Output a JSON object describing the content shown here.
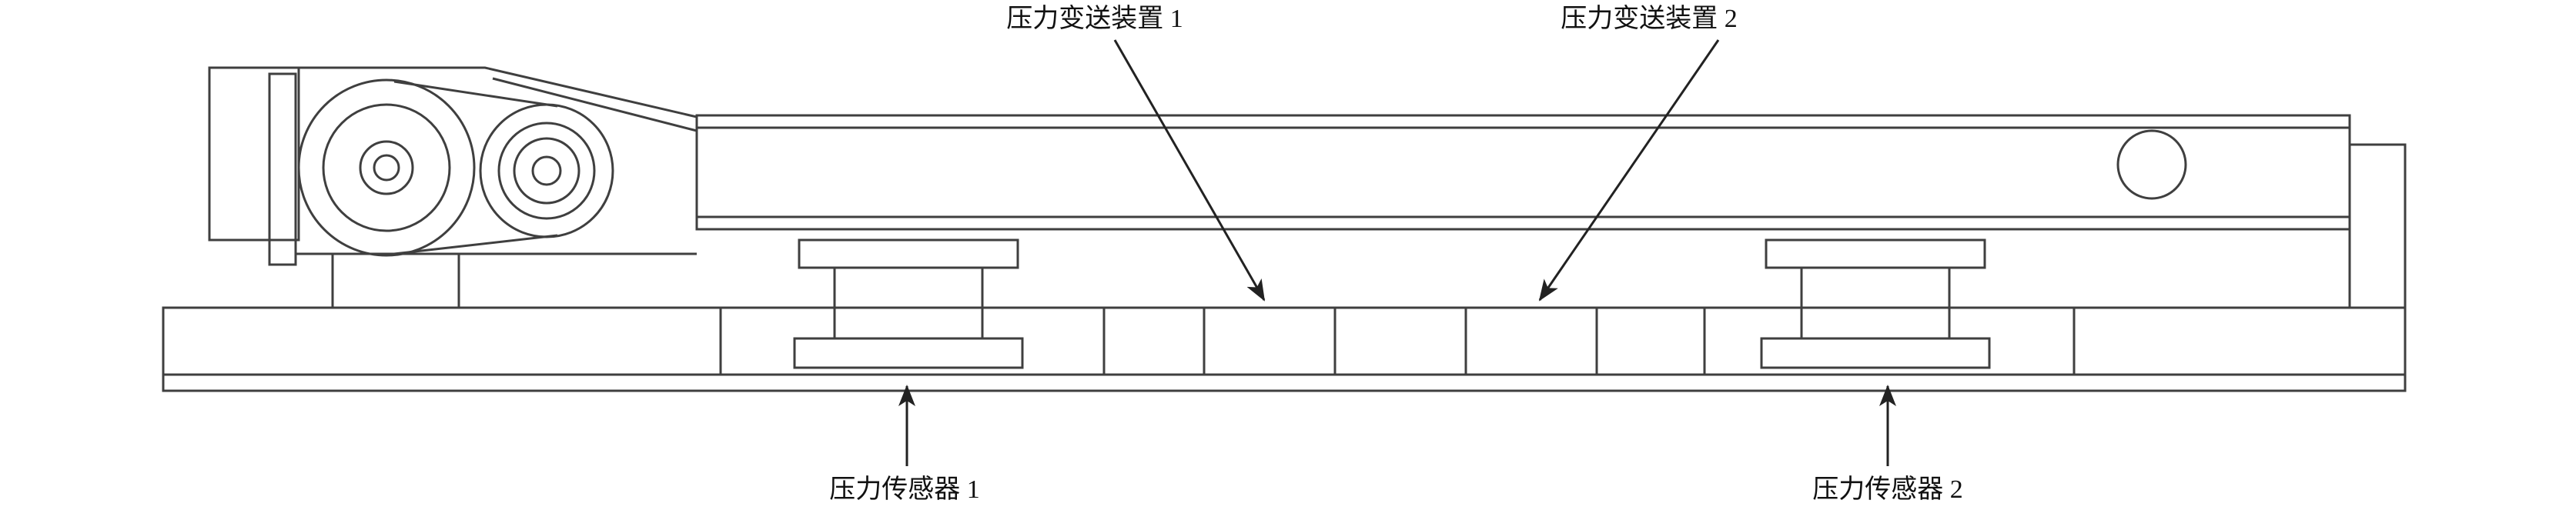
{
  "figure": {
    "background": "#ffffff",
    "line_color": "#3f3f3f",
    "text_color": "#111111",
    "labels": {
      "transmitter_1": "压力变送装置 1",
      "transmitter_2": "压力变送装置 2",
      "sensor_1": "压力传感器 1",
      "sensor_2": "压力传感器 2"
    }
  }
}
